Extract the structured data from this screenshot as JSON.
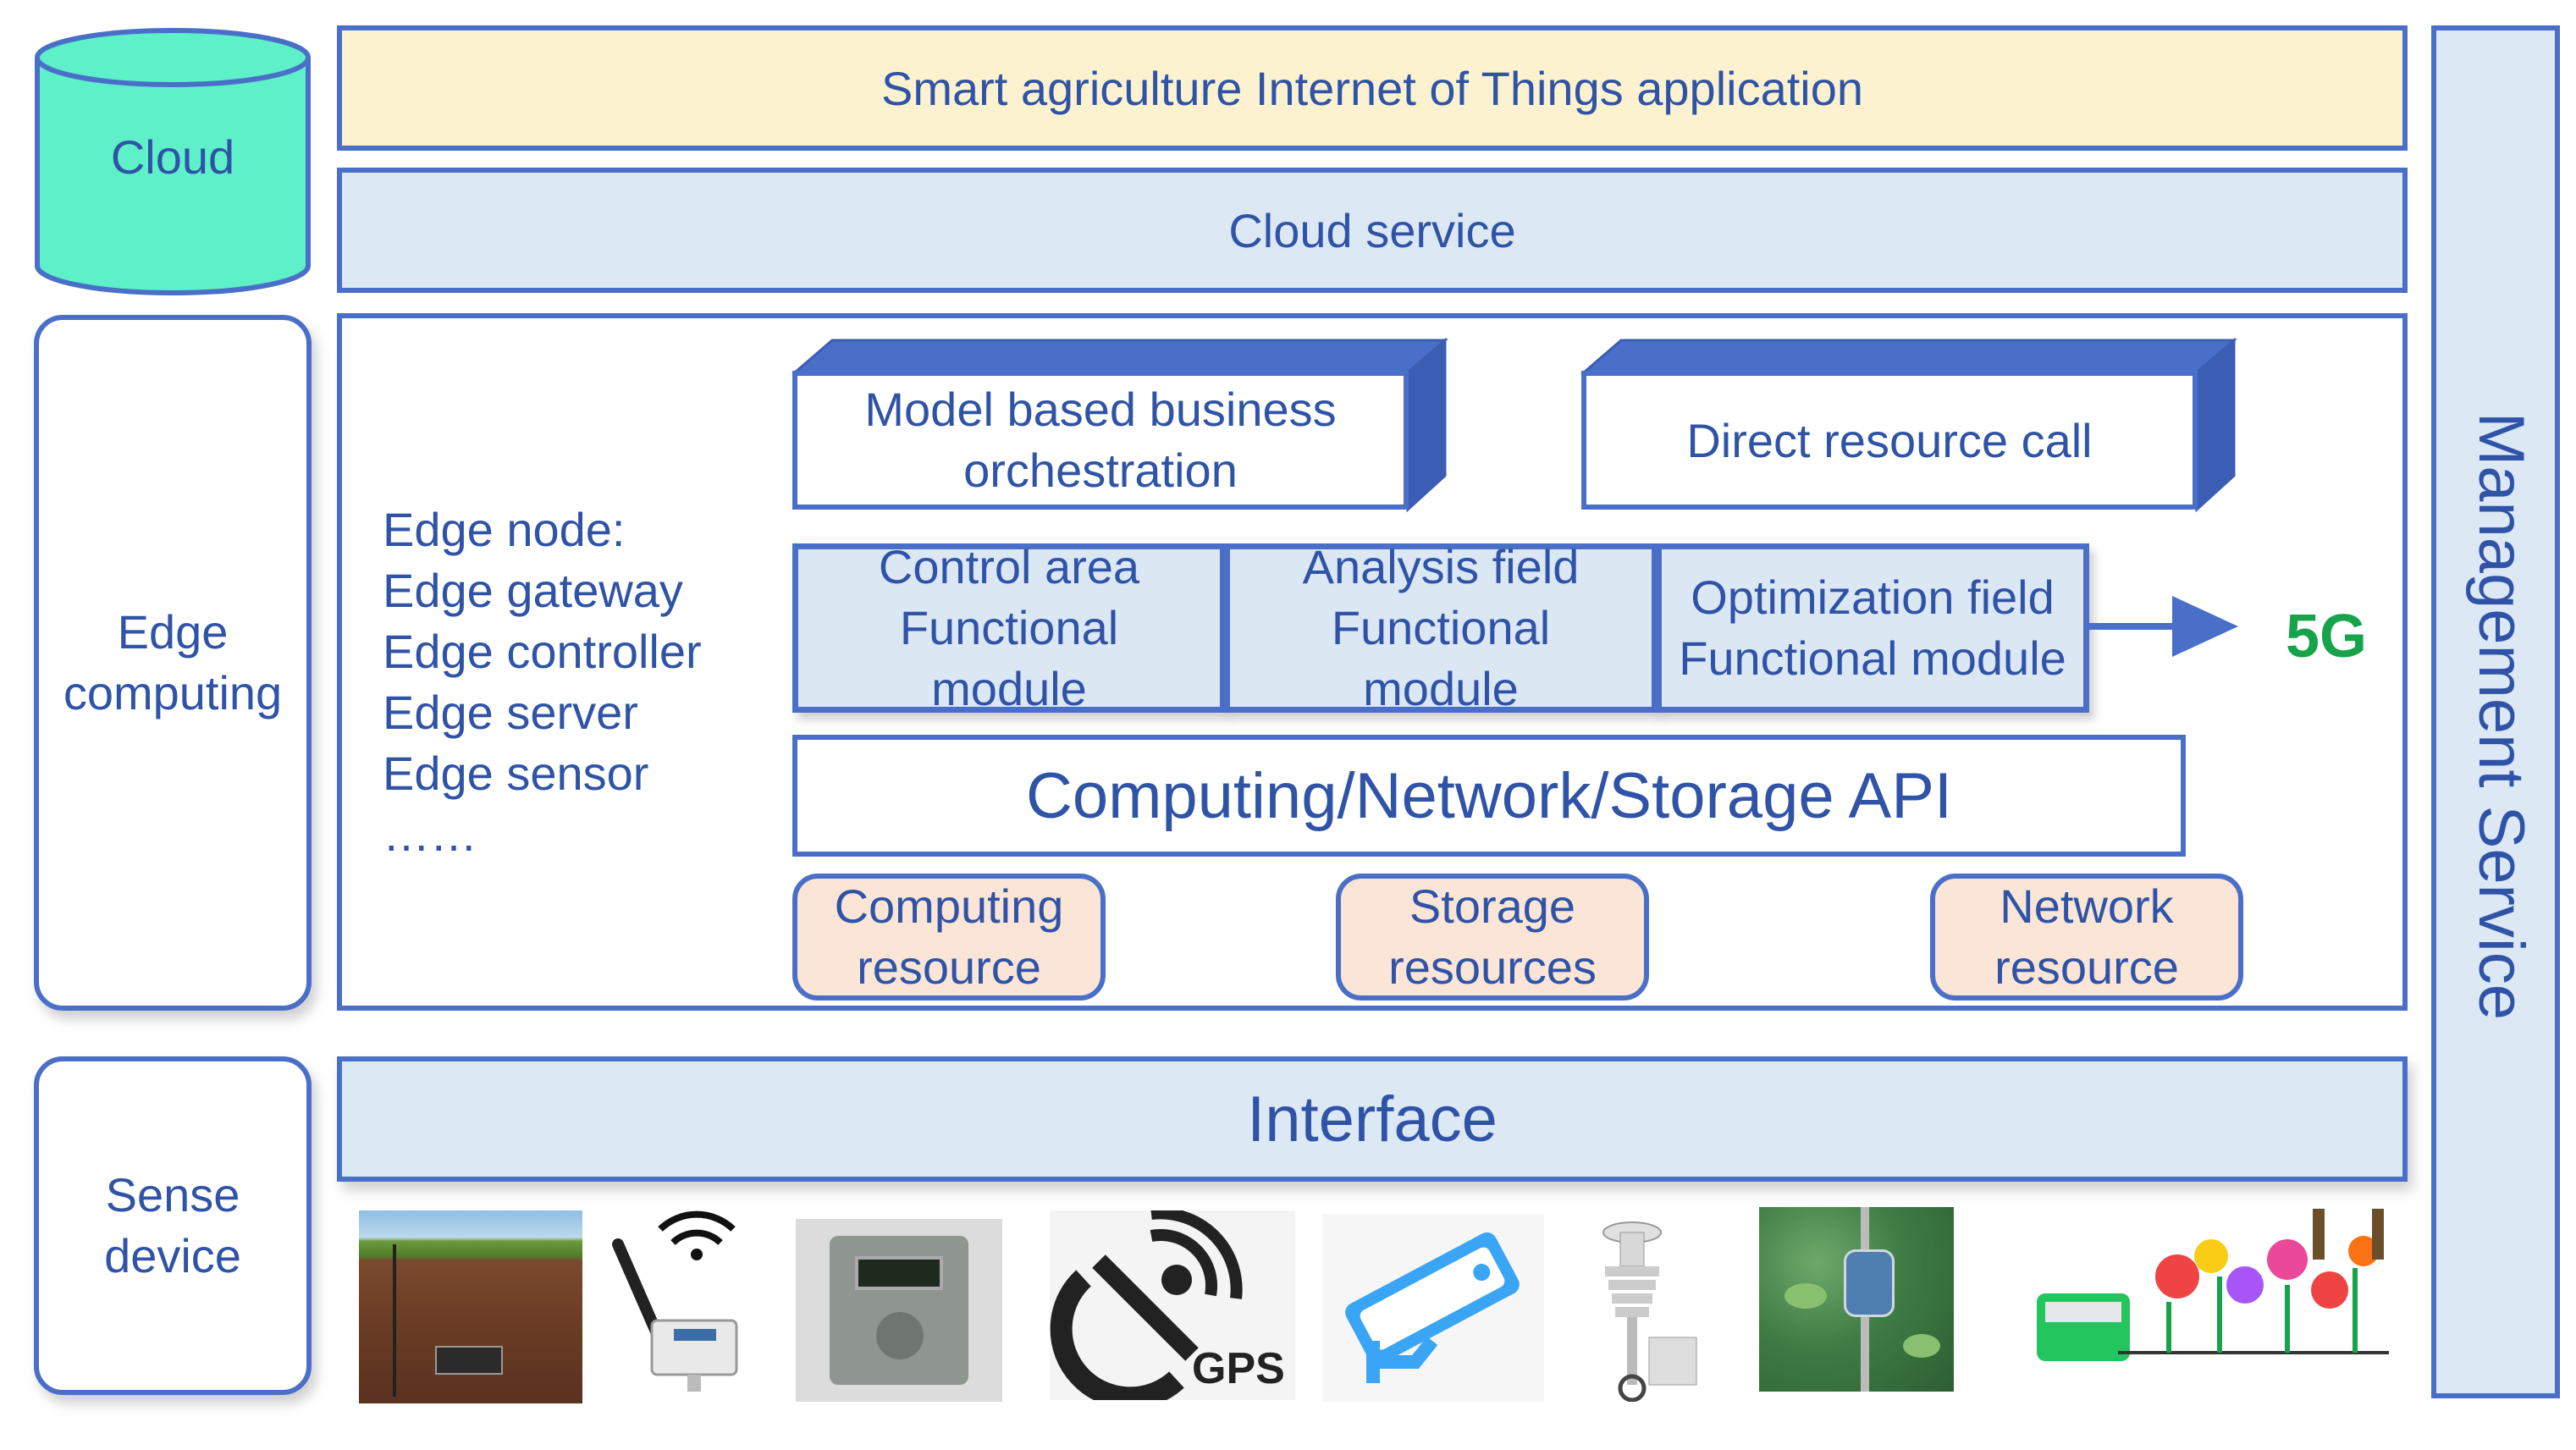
{
  "layers": {
    "cloud_label": "Cloud",
    "edge_label_1": "Edge",
    "edge_label_2": "computing",
    "sense_label_1": "Sense",
    "sense_label_2": "device"
  },
  "top": {
    "application": "Smart agriculture Internet of Things application",
    "cloud_service": "Cloud service"
  },
  "management": "Management Service",
  "edge": {
    "node_list": [
      "Edge node:",
      "Edge gateway",
      "Edge controller",
      "Edge server",
      "Edge sensor",
      "……"
    ],
    "orchestration_1": "Model based business",
    "orchestration_2": "orchestration",
    "direct_call": "Direct resource call",
    "modules": [
      {
        "l1": "Control area",
        "l2": "Functional",
        "l3": "module"
      },
      {
        "l1": "Analysis field",
        "l2": "Functional",
        "l3": "module"
      },
      {
        "l1": "Optimization field",
        "l2": "Functional module"
      }
    ],
    "fiveg": "5G",
    "api": "Computing/Network/Storage API",
    "resources": [
      {
        "l1": "Computing",
        "l2": "resource"
      },
      {
        "l1": "Storage",
        "l2": "resources"
      },
      {
        "l1": "Network",
        "l2": "resource"
      }
    ]
  },
  "interface": "Interface",
  "devices": {
    "gps_label": "GPS"
  },
  "colors": {
    "border_blue": "#4a6fc9",
    "text_blue": "#2f53a6",
    "application_fill": "#fdf2d0",
    "cloud_fill": "#5ef0c8",
    "light_blue_fill": "#dde8f5",
    "resource_fill": "#fbe5d6",
    "fiveg_green": "#16a34a"
  }
}
